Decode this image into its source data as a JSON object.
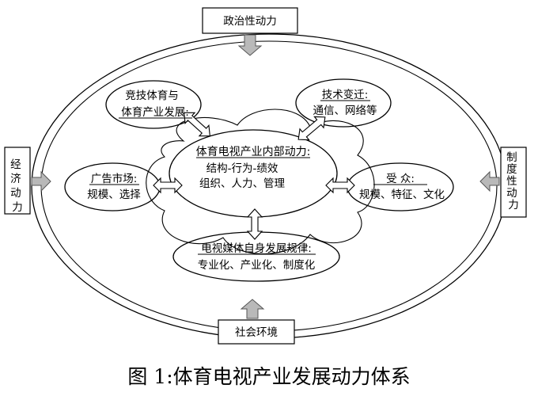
{
  "forces": {
    "political": "政治性动力",
    "economic": "经济动力",
    "institutional": "制度性动力",
    "social": "社会环境"
  },
  "center": {
    "title": "体育电视产业内部动力:",
    "line1": "结构-行为-绩效",
    "line2": "组织、人力、管理"
  },
  "nodes": {
    "sports": {
      "title": "竞技体育与",
      "line2": "体育产业发展:"
    },
    "tech": {
      "title": "技术变迁:",
      "line2": "通信、网络等"
    },
    "advert": {
      "title": "广告市场:",
      "line2": "规模、选择"
    },
    "audience": {
      "title": "受      众:",
      "line2": "规模、特征、文化"
    },
    "media": {
      "title": "电视媒体自身发展规律:",
      "line2": "专业化、产业化、制度化"
    }
  },
  "caption": "图 1:体育电视产业发展动力体系"
}
